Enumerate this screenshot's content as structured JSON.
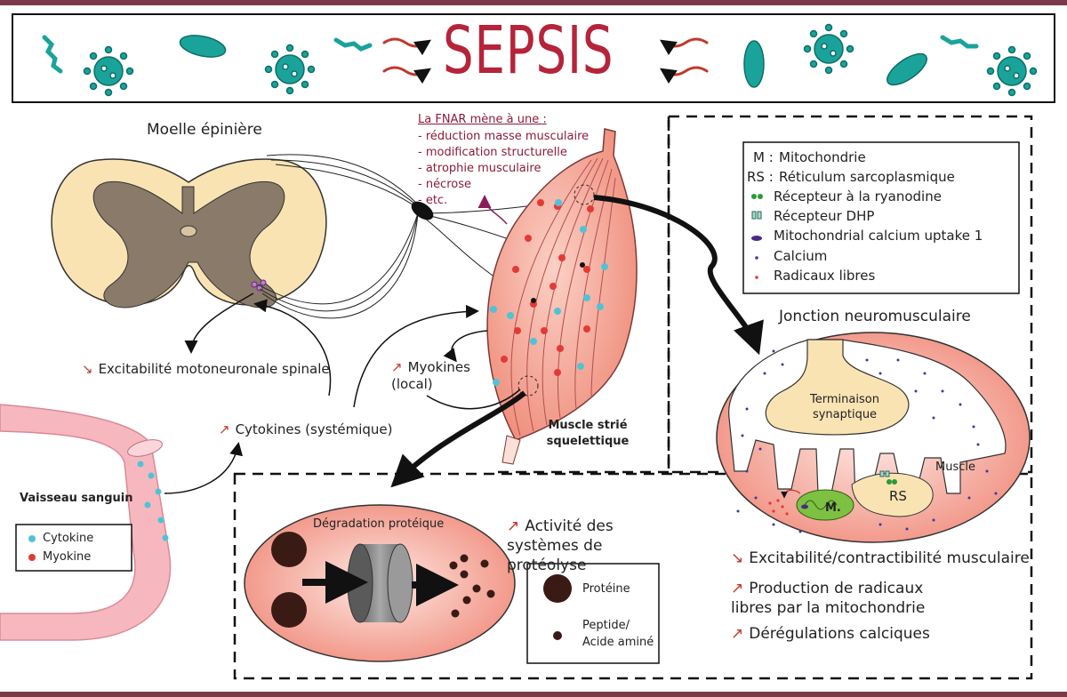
{
  "title": "SEPSIS",
  "spinal": {
    "label": "Moelle épinière",
    "effect": "Excitabilité motoneuronale spinale",
    "effect_dir": "down"
  },
  "fnar": {
    "heading": "La FNAR mène à une :",
    "items": [
      "- réduction masse musculaire",
      "- modification structurelle",
      "- atrophie musculaire",
      "- nécrose",
      "- etc."
    ]
  },
  "legend": {
    "rows": [
      {
        "key": "M :",
        "text": "Mitochondrie"
      },
      {
        "key": "RS :",
        "text": "Réticulum sarcoplasmique"
      },
      {
        "text": "Récepteur à la ryanodine",
        "icon": "ryanodine-receptor-icon"
      },
      {
        "text": "Récepteur DHP",
        "icon": "dhp-receptor-icon"
      },
      {
        "text": "Mitochondrial calcium uptake 1",
        "icon": "mcu1-icon"
      },
      {
        "text": "Calcium",
        "icon": "calcium-dot-icon"
      },
      {
        "text": "Radicaux libres",
        "icon": "free-radical-dot-icon"
      }
    ]
  },
  "nmj": {
    "title": "Jonction neuromusculaire",
    "terminal": "Terminaison synaptique",
    "muscle": "Muscle",
    "rs": "RS",
    "m": "M."
  },
  "muscle_label": "Muscle strié squelettique",
  "myokines": {
    "text": "Myokines (local)",
    "dir": "up"
  },
  "cytokines": {
    "text": "Cytokines (systémique)",
    "dir": "up"
  },
  "vessel": {
    "label": "Vaisseau sanguin",
    "legend": [
      {
        "text": "Cytokine",
        "color": "#4fc3d6"
      },
      {
        "text": "Myokine",
        "color": "#e53935"
      }
    ]
  },
  "proteo": {
    "title": "Dégradation protéique",
    "activity": "Activité des systèmes de protéolyse",
    "activity_dir": "up",
    "legend": [
      {
        "text": "Protéine"
      },
      {
        "text": "Peptide/ Acide aminé"
      }
    ]
  },
  "effects": [
    {
      "text": "Excitabilité/contractibilité musculaire",
      "dir": "down"
    },
    {
      "text": "Production de radicaux libres par la mitochondrie",
      "dir": "up"
    },
    {
      "text": "Dérégulations calciques",
      "dir": "up"
    }
  ],
  "colors": {
    "frame": "#7a3a4a",
    "title": "#b5243a",
    "pathogen": "#1aa39a",
    "muscle": "#f4a79a",
    "spinal_white": "#fae3b3",
    "spinal_grey": "#8a7a6a",
    "arrow_red": "#c0392b",
    "purple": "#8b1c5a"
  }
}
